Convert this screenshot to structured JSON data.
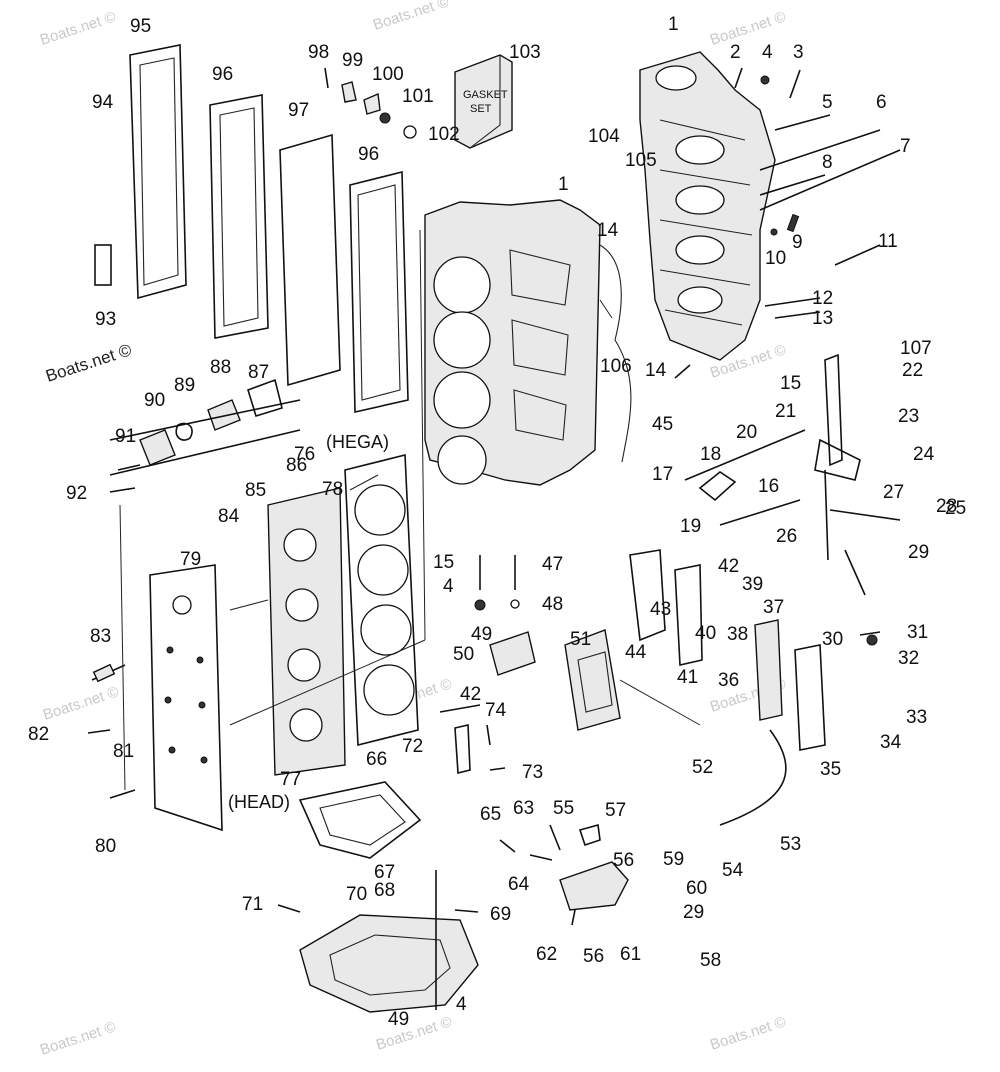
{
  "diagram": {
    "watermark": "Boats.net ©",
    "notes": {
      "hega": "(HEGA)",
      "head": "(HEAD)"
    },
    "gasket_set_label": {
      "line1": "GASKET",
      "line2": "SET"
    },
    "callouts": [
      "1",
      "2",
      "4",
      "3",
      "5",
      "6",
      "8",
      "7",
      "9",
      "10",
      "11",
      "12",
      "13",
      "104",
      "105",
      "14",
      "1",
      "95",
      "94",
      "93",
      "96",
      "97",
      "96",
      "98",
      "99",
      "100",
      "101",
      "102",
      "103",
      "106",
      "45",
      "14",
      "15",
      "107",
      "22",
      "21",
      "20",
      "23",
      "24",
      "18",
      "17",
      "16",
      "19",
      "26",
      "25",
      "27",
      "28",
      "29",
      "42",
      "39",
      "43",
      "37",
      "44",
      "41",
      "40",
      "38",
      "36",
      "30",
      "31",
      "32",
      "33",
      "34",
      "35",
      "15",
      "47",
      "4",
      "48",
      "49",
      "51",
      "50",
      "42",
      "74",
      "72",
      "73",
      "52",
      "76",
      "78",
      "86",
      "85",
      "84",
      "87",
      "88",
      "89",
      "90",
      "91",
      "92",
      "79",
      "83",
      "82",
      "81",
      "80",
      "77",
      "66",
      "65",
      "63",
      "55",
      "57",
      "56",
      "59",
      "60",
      "29",
      "64",
      "62",
      "56",
      "61",
      "58",
      "54",
      "53",
      "67",
      "68",
      "69",
      "71",
      "70",
      "4",
      "49"
    ]
  }
}
